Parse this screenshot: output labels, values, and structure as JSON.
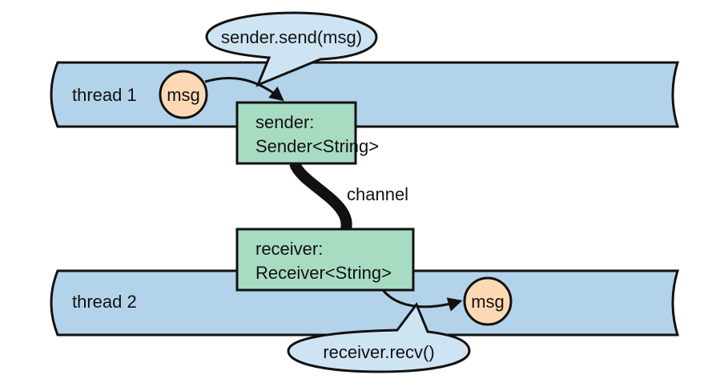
{
  "colors": {
    "thread_fill": "#b3d3ea",
    "box_fill": "#a8dcc2",
    "message_fill": "#fcd9b4",
    "callout_fill": "#cfe4f3",
    "stroke": "#111111"
  },
  "threads": [
    {
      "label": "thread 1"
    },
    {
      "label": "thread 2"
    }
  ],
  "sender_box": {
    "line1": "sender:",
    "line2": "Sender<String>"
  },
  "receiver_box": {
    "line1": "receiver:",
    "line2": "Receiver<String>"
  },
  "channel": {
    "label": "channel"
  },
  "messages": [
    {
      "label": "msg"
    },
    {
      "label": "msg"
    }
  ],
  "callouts": {
    "send": "sender.send(msg)",
    "recv": "receiver.recv()"
  }
}
